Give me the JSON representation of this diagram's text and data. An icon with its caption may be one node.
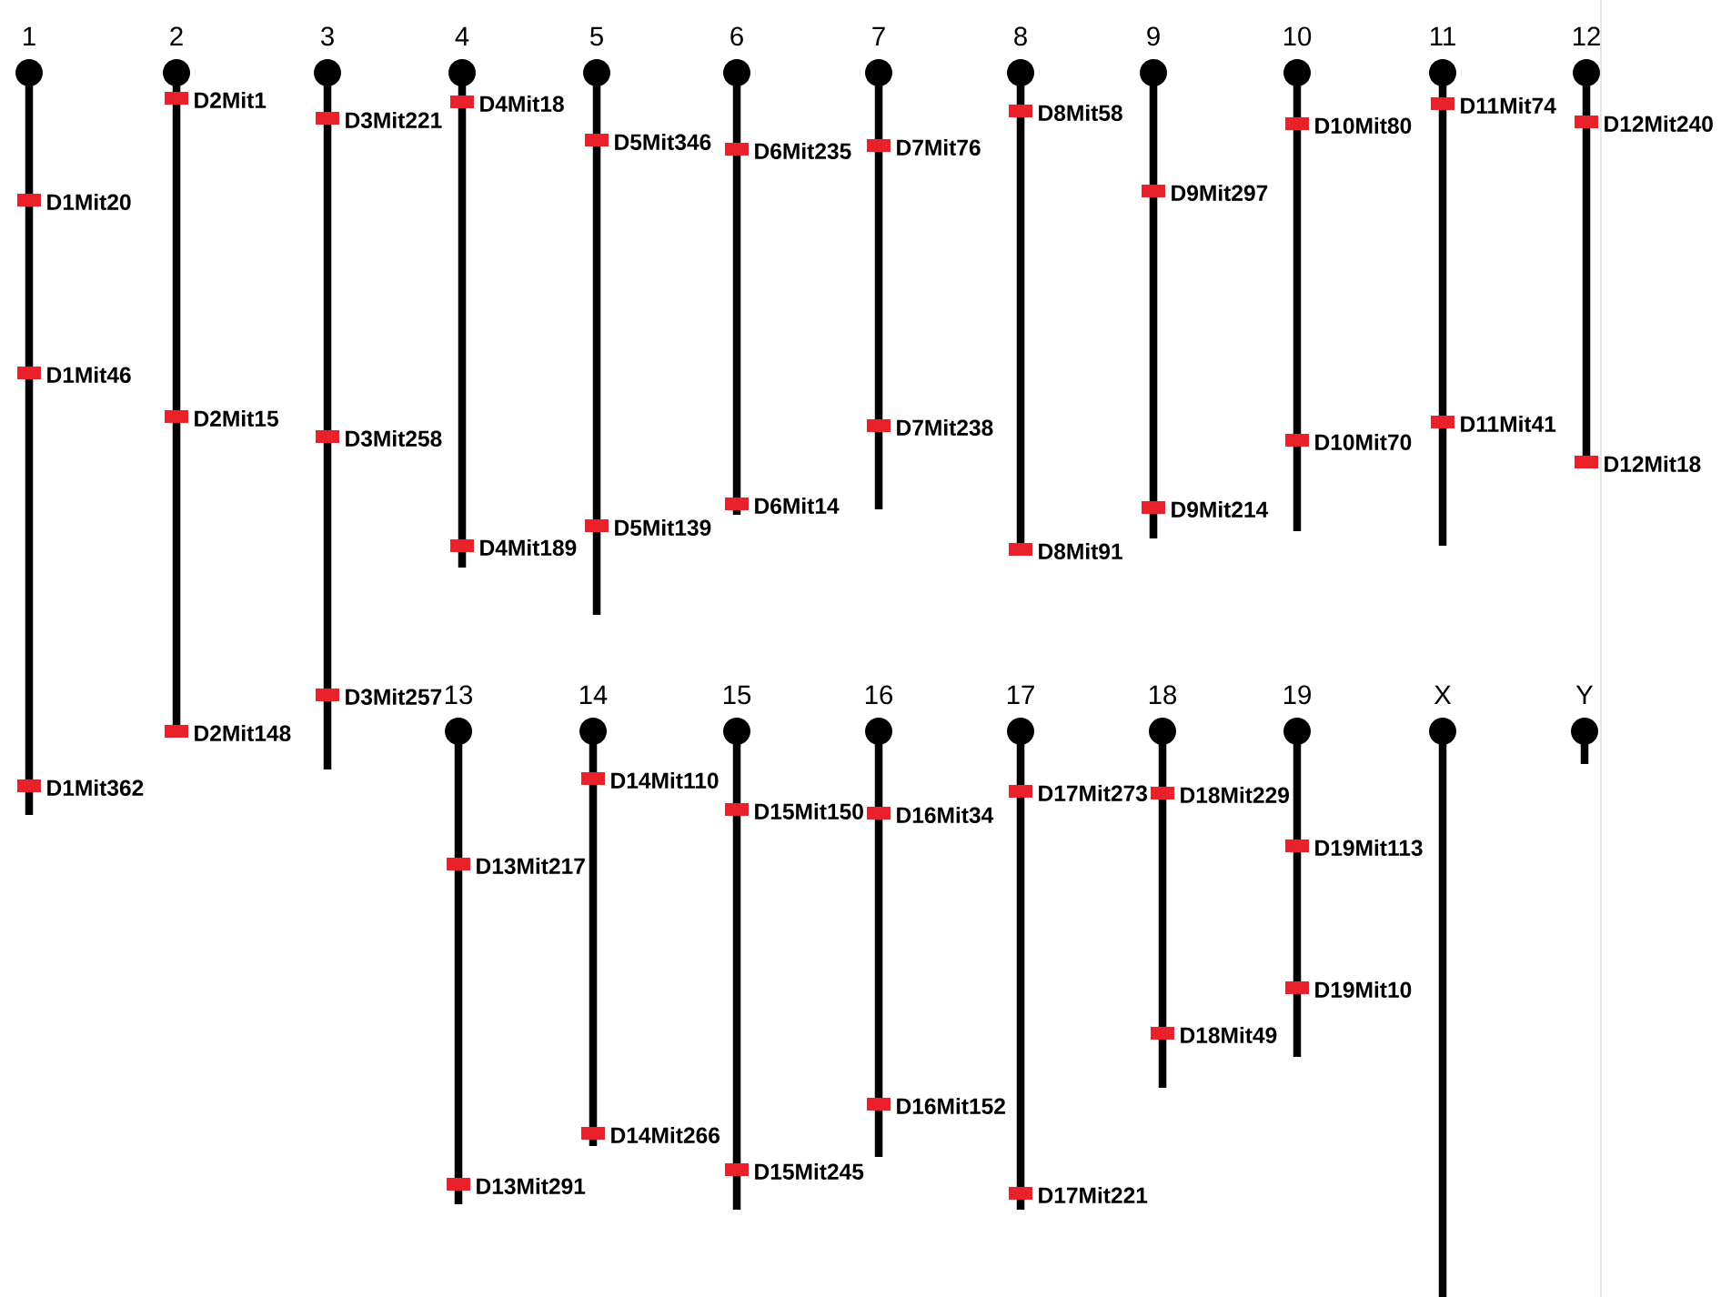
{
  "diagram": {
    "nodes": [
      {
        "text": [
          "1"
        ],
        "beside": [
          "D1Mit20",
          "D1Mit46",
          "D1Mit362"
        ]
      },
      {
        "text": [
          "2"
        ],
        "beside": [
          "D2Mit1",
          "D2Mit15",
          "D2Mit148"
        ]
      },
      {
        "text": [
          "3"
        ],
        "beside": [
          "D3Mit221",
          "D3Mit258",
          "D3Mit257"
        ]
      },
      {
        "text": [
          "4"
        ],
        "beside": [
          "D4Mit18",
          "D4Mit189"
        ]
      },
      {
        "text": [
          "5"
        ],
        "beside": [
          "D5Mit346",
          "D5Mit139"
        ]
      },
      {
        "text": [
          "6"
        ],
        "beside": [
          "D6Mit235",
          "D6Mit14"
        ]
      },
      {
        "text": [
          "7"
        ],
        "beside": [
          "D7Mit76",
          "D7Mit238"
        ]
      },
      {
        "text": [
          "8"
        ],
        "beside": [
          "D8Mit58",
          "D8Mit91"
        ]
      },
      {
        "text": [
          "9"
        ],
        "beside": [
          "D9Mit297",
          "D9Mit214"
        ]
      },
      {
        "text": [
          "10"
        ],
        "beside": [
          "D10Mit80",
          "D10Mit70"
        ]
      },
      {
        "text": [
          "11"
        ],
        "beside": [
          "D11Mit74",
          "D11Mit41"
        ]
      },
      {
        "text": [
          "12"
        ],
        "beside": [
          "D12Mit240",
          "D12Mit18"
        ]
      },
      {
        "text": [
          "13"
        ],
        "beside": [
          "D13Mit217",
          "D13Mit291"
        ]
      },
      {
        "text": [
          "14"
        ],
        "beside": [
          "D14Mit110",
          "D14Mit266"
        ]
      },
      {
        "text": [
          "15"
        ],
        "beside": [
          "D15Mit150",
          "D15Mit245"
        ]
      },
      {
        "text": [
          "16"
        ],
        "beside": [
          "D16Mit34",
          "D16Mit152"
        ]
      },
      {
        "text": [
          "17"
        ],
        "beside": [
          "D17Mit273",
          "D17Mit221"
        ]
      },
      {
        "text": [
          "18"
        ],
        "beside": [
          "D18Mit229",
          "D18Mit49"
        ]
      },
      {
        "text": [
          "19"
        ],
        "beside": [
          "D19Mit113",
          "D19Mit10"
        ]
      },
      {
        "text": [
          "X"
        ]
      },
      {
        "text": [
          "Y"
        ]
      }
    ]
  }
}
